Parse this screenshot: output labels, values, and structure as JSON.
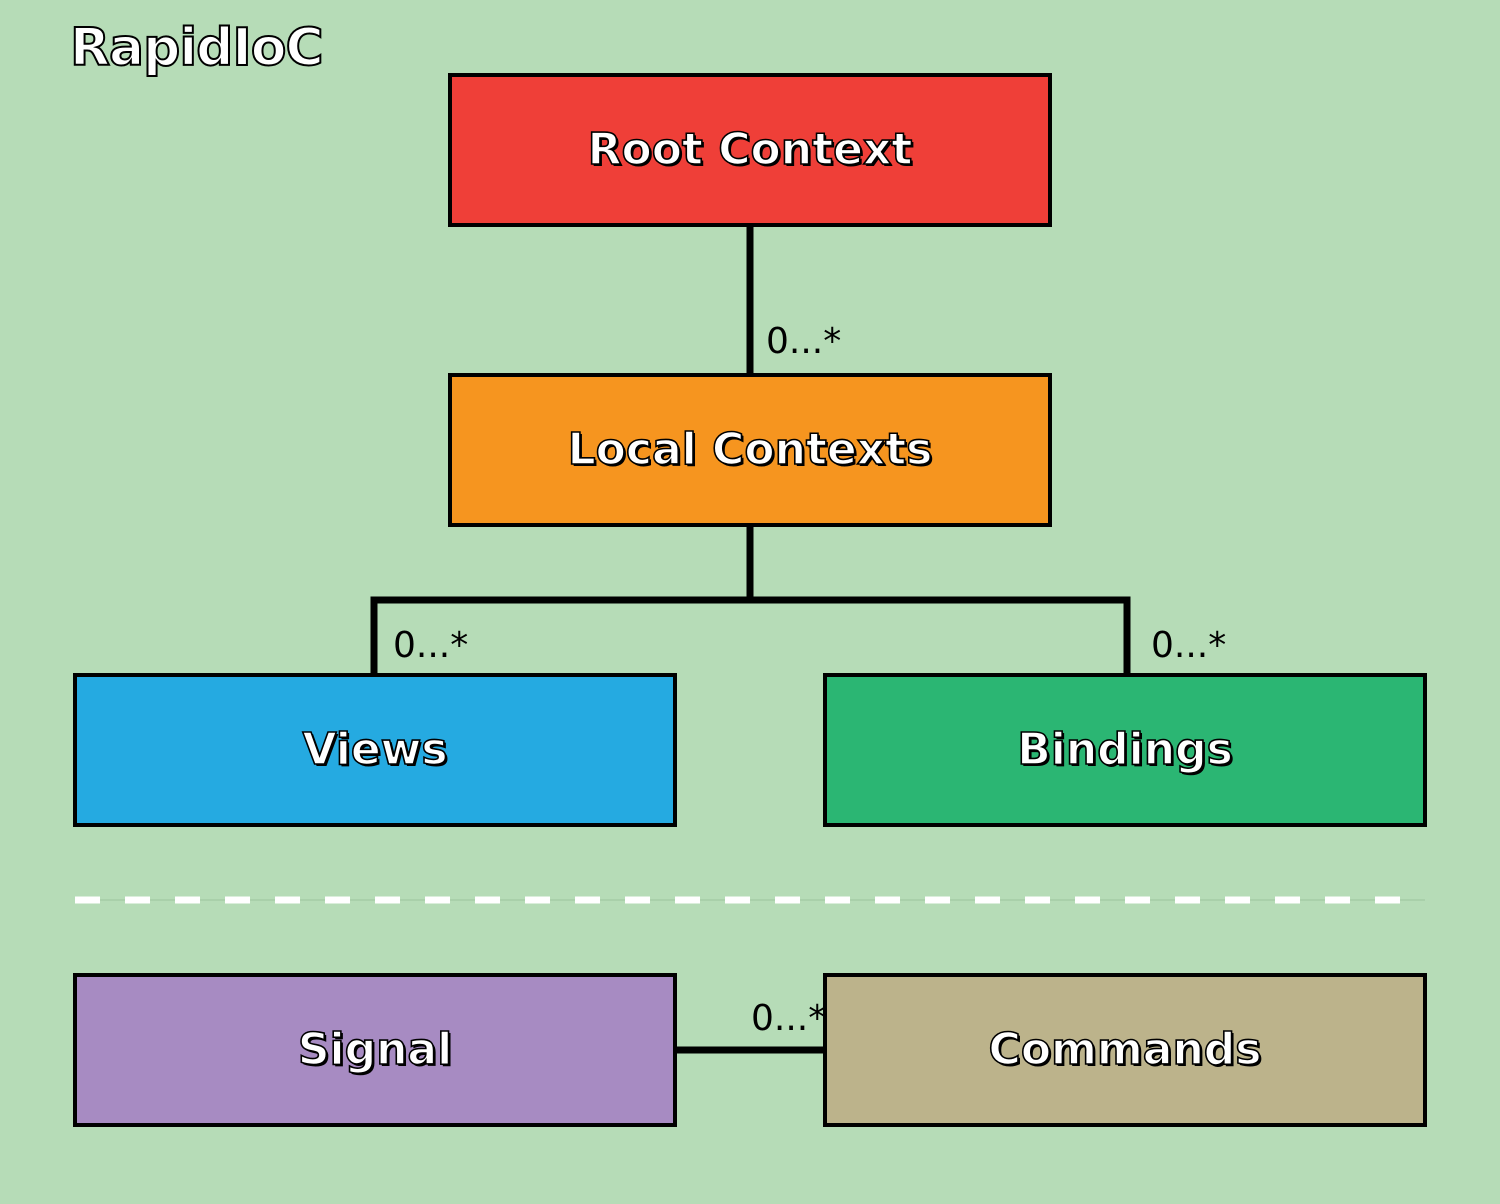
{
  "title": "RapidIoC",
  "boxes": {
    "root": {
      "label": "Root Context",
      "color": "#ef3f38"
    },
    "local": {
      "label": "Local Contexts",
      "color": "#f6951f"
    },
    "views": {
      "label": "Views",
      "color": "#25aae1"
    },
    "bindings": {
      "label": "Bindings",
      "color": "#2bb673"
    },
    "signal": {
      "label": "Signal",
      "color": "#a78bc2"
    },
    "commands": {
      "label": "Commands",
      "color": "#bcb38b"
    }
  },
  "multiplicities": {
    "root_local": "0...*",
    "local_views": "0...*",
    "local_bindings": "0...*",
    "signal_commands": "0...*"
  },
  "colors": {
    "background": "#b6dcb7",
    "separator": "#ffffff"
  }
}
